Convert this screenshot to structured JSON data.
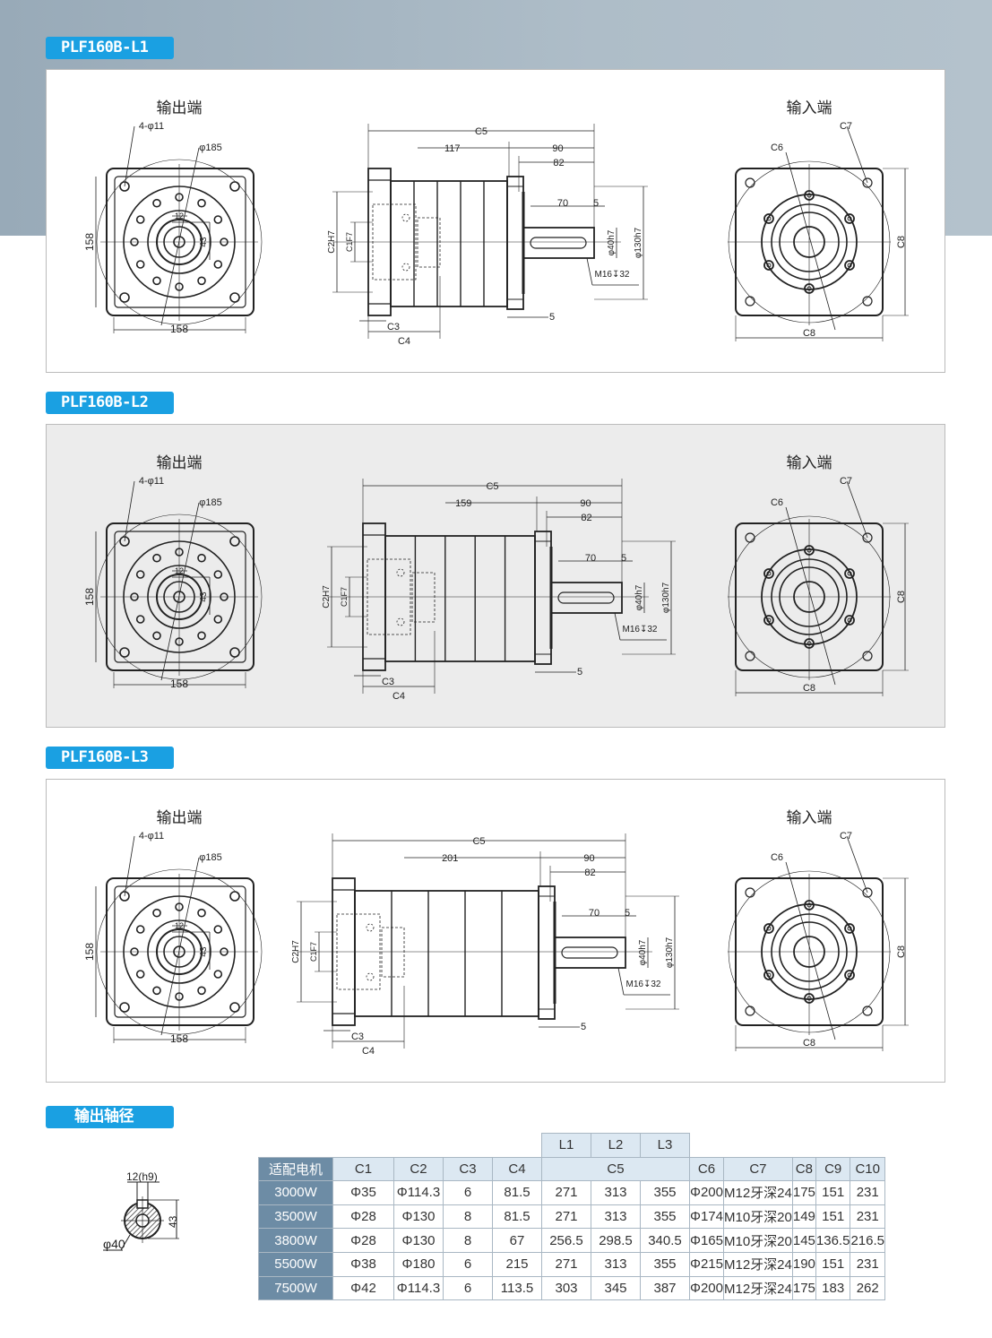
{
  "colors": {
    "accent": "#1aa0e2",
    "header_bg": "#dce8f2",
    "motor_col_bg": "#6d8ca5"
  },
  "panels": [
    {
      "title": "PLF160B-L1",
      "output_end": "输出端",
      "input_end": "输入端",
      "holes": "4-φ11",
      "pcd": "φ185",
      "square_v": "158",
      "square_h": "158",
      "key_w": "12",
      "key_h": "43",
      "c5": "C5",
      "body_len": "117",
      "d90": "90",
      "d82": "82",
      "d70": "70",
      "d5a": "5",
      "d5b": "5",
      "shaft_d": "φ40h7",
      "pilot_d": "φ130h7",
      "thread": "M16↧32",
      "c1": "C1F7",
      "c2": "C2H7",
      "c3": "C3",
      "c4": "C4",
      "c6": "C6",
      "c7": "C7",
      "c8v": "C8",
      "c8h": "C8"
    },
    {
      "title": "PLF160B-L2",
      "output_end": "输出端",
      "input_end": "输入端",
      "holes": "4-φ11",
      "pcd": "φ185",
      "square_v": "158",
      "square_h": "158",
      "key_w": "12",
      "key_h": "43",
      "c5": "C5",
      "body_len": "159",
      "d90": "90",
      "d82": "82",
      "d70": "70",
      "d5a": "5",
      "d5b": "5",
      "shaft_d": "φ40h7",
      "pilot_d": "φ130h7",
      "thread": "M16↧32",
      "c1": "C1F7",
      "c2": "C2H7",
      "c3": "C3",
      "c4": "C4",
      "c6": "C6",
      "c7": "C7",
      "c8v": "C8",
      "c8h": "C8"
    },
    {
      "title": "PLF160B-L3",
      "output_end": "输出端",
      "input_end": "输入端",
      "holes": "4-φ11",
      "pcd": "φ185",
      "square_v": "158",
      "square_h": "158",
      "key_w": "12",
      "key_h": "43",
      "c5": "C5",
      "body_len": "201",
      "d90": "90",
      "d82": "82",
      "d70": "70",
      "d5a": "5",
      "d5b": "5",
      "shaft_d": "φ40h7",
      "pilot_d": "φ130h7",
      "thread": "M16↧32",
      "c1": "C1F7",
      "c2": "C2H7",
      "c3": "C3",
      "c4": "C4",
      "c6": "C6",
      "c7": "C7",
      "c8v": "C8",
      "c8h": "C8"
    }
  ],
  "shaft_section": {
    "title": "输出轴径",
    "key": "12(h9)",
    "height": "43",
    "diameter": "φ40"
  },
  "table": {
    "stage_labels": [
      "L1",
      "L2",
      "L3"
    ],
    "headers": [
      "适配电机",
      "C1",
      "C2",
      "C3",
      "C4",
      "C5",
      "C6",
      "C7",
      "C8",
      "C9",
      "C10"
    ],
    "rows": [
      [
        "3000W",
        "Φ35",
        "Φ114.3",
        "6",
        "81.5",
        "271",
        "313",
        "355",
        "Φ200",
        "M12牙深24",
        "175",
        "151",
        "231"
      ],
      [
        "3500W",
        "Φ28",
        "Φ130",
        "8",
        "81.5",
        "271",
        "313",
        "355",
        "Φ174",
        "M10牙深20",
        "149",
        "151",
        "231"
      ],
      [
        "3800W",
        "Φ28",
        "Φ130",
        "8",
        "67",
        "256.5",
        "298.5",
        "340.5",
        "Φ165",
        "M10牙深20",
        "145",
        "136.5",
        "216.5"
      ],
      [
        "5500W",
        "Φ38",
        "Φ180",
        "6",
        "215",
        "271",
        "313",
        "355",
        "Φ215",
        "M12牙深24",
        "190",
        "151",
        "231"
      ],
      [
        "7500W",
        "Φ42",
        "Φ114.3",
        "6",
        "113.5",
        "303",
        "345",
        "387",
        "Φ200",
        "M12牙深24",
        "175",
        "183",
        "262"
      ]
    ]
  }
}
